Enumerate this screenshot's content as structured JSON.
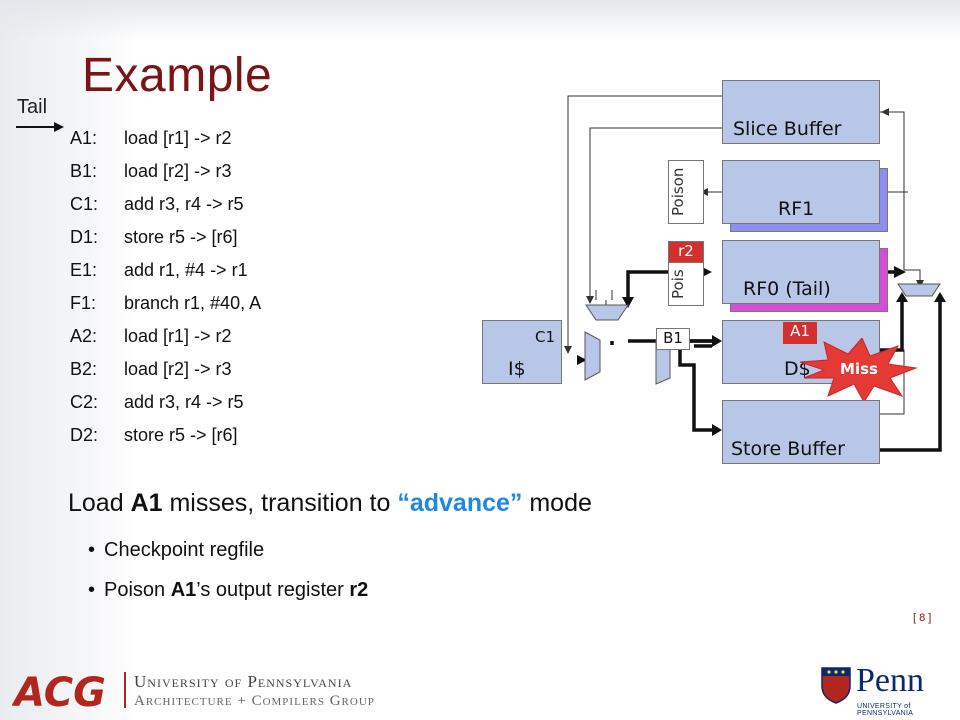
{
  "title": "Example",
  "tail_label": "Tail",
  "code": [
    {
      "label": "A1:",
      "instr": "load [r1] -> r2"
    },
    {
      "label": "B1:",
      "instr": "load [r2] -> r3"
    },
    {
      "label": "C1:",
      "instr": "add r3, r4 -> r5"
    },
    {
      "label": "D1:",
      "instr": "store r5 -> [r6]"
    },
    {
      "label": "E1:",
      "instr": "add r1, #4 -> r1"
    },
    {
      "label": "F1:",
      "instr": "branch r1, #40, A"
    },
    {
      "label": "A2:",
      "instr": "load [r1] -> r2"
    },
    {
      "label": "B2:",
      "instr": "load [r2] -> r3"
    },
    {
      "label": "C2:",
      "instr": "add r3, r4 -> r5"
    },
    {
      "label": "D2:",
      "instr": "store r5 -> [r6]"
    }
  ],
  "diagram": {
    "slice_buffer": "Slice Buffer",
    "rf1": "RF1",
    "rf0": "RF0 (Tail)",
    "icache": "I$",
    "dcache": "D$",
    "store_buffer": "Store Buffer",
    "poison_rf1": "Poison",
    "poison_rf0": "Pois",
    "r2_tag": "r2",
    "c1_tag": "C1",
    "b1_tag": "B1",
    "a1_tag": "A1",
    "miss": "Miss"
  },
  "caption": {
    "pre": "Load ",
    "bold": "A1",
    "mid": " misses, transition to ",
    "quoted": "“advance”",
    "post": " mode"
  },
  "bullets": {
    "b1": "Checkpoint regfile",
    "b2_pre": "Poison ",
    "b2_bold1": "A1",
    "b2_mid": "’s output register ",
    "b2_bold2": "r2"
  },
  "page_number": "[ 8 ]",
  "footer": {
    "acg": "ACG",
    "uni_line1": "University of Pennsylvania",
    "uni_line2": "Architecture + Compilers Group",
    "penn": "Penn",
    "penn_sub": "UNIVERSITY of PENNSYLVANIA"
  },
  "colors": {
    "title": "#7b1416",
    "box_fill": "#b8c6e8",
    "rf1_shadow": "#8d8ff0",
    "rf0_shadow": "#d34fd8",
    "tag_red": "#d32f2f",
    "miss_red": "#e53935",
    "advance_blue": "#1e88e5",
    "acg_red": "#b3261e",
    "penn_blue": "#0a2a6b"
  }
}
